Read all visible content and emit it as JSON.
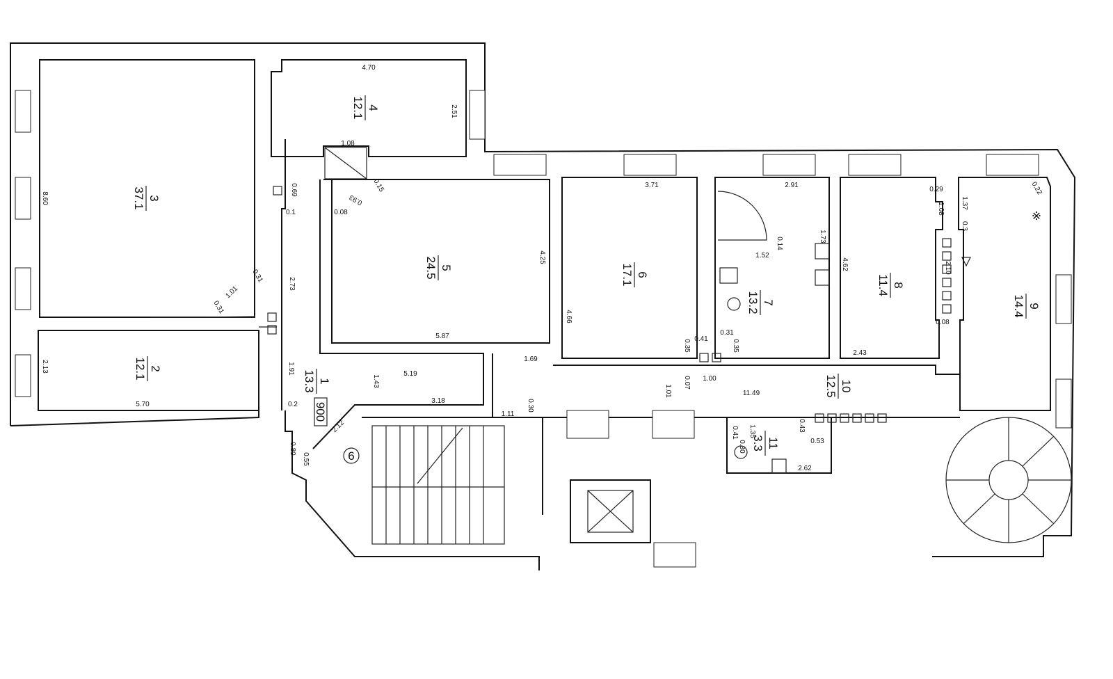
{
  "plan": {
    "rooms": [
      {
        "number": "1",
        "area": "13.3"
      },
      {
        "number": "2",
        "area": "12.1"
      },
      {
        "number": "3",
        "area": "37.1"
      },
      {
        "number": "4",
        "area": "12.1"
      },
      {
        "number": "5",
        "area": "24.5"
      },
      {
        "number": "6",
        "area": "17.1"
      },
      {
        "number": "7",
        "area": "13.2"
      },
      {
        "number": "8",
        "area": "11.4"
      },
      {
        "number": "9",
        "area": "14.4"
      },
      {
        "number": "10",
        "area": "12.5"
      },
      {
        "number": "11",
        "area": "3.3"
      }
    ],
    "stair_mark": "6",
    "height_mark": "900",
    "dimensions": {
      "r4_width": "4.70",
      "r4_depth": "2.51",
      "r3_depth": "8.60",
      "r3_a": "1.01",
      "r3_b": "0.31",
      "r3_c": "0.31",
      "r2_depth": "2.13",
      "r2_width": "5.70",
      "shaft_w": "1.08",
      "shaft_a": "0.15",
      "shaft_b": "0.93",
      "shaft_c": "0.08",
      "c_069": "0.69",
      "c_01": "0.1",
      "c_273": "2.73",
      "c_191": "1.91",
      "c_02": "0.2",
      "c_080": "0.80",
      "c_055": "0.55",
      "c_212": "2.12",
      "r5_depth": "4.25",
      "r5_width": "5.87",
      "r1_a": "1.43",
      "r1_b": "5.19",
      "r1_c": "3.18",
      "c_169": "1.69",
      "c_111": "1.11",
      "c_030": "0.30",
      "r6_width": "3.71",
      "r6_depth": "4.66",
      "r6_a": "0.41",
      "r6_b": "0.35",
      "r7_width": "2.91",
      "r7_a": "1.52",
      "r7_b": "0.14",
      "r7_c": "0.31",
      "r7_d": "0.35",
      "r7_e": "1.73",
      "r10_a": "1.01",
      "r10_b": "0.07",
      "r10_c": "1.00",
      "r10_len": "11.49",
      "r8_depth": "4.62",
      "r8_width": "2.43",
      "r8_a": "0.29",
      "r8_b": "1.08",
      "r8_c": "2.10",
      "r8_d": "0.08",
      "r9_a": "1.37",
      "r9_b": "0.22",
      "r9_c": "0.3",
      "r11_a": "0.41",
      "r11_b": "0.30",
      "r11_c": "1.35",
      "r11_d": "0.43",
      "r11_e": "0.53",
      "r11_f": "2.62"
    }
  }
}
